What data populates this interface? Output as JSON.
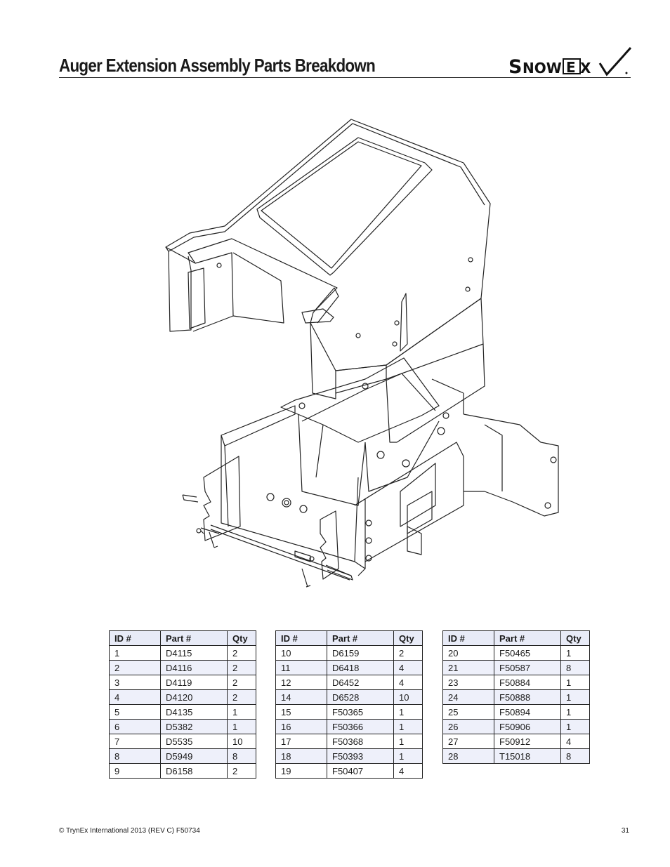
{
  "header": {
    "title": "Auger Extension Assembly Parts Breakdown",
    "logo_text": "SnowEx"
  },
  "parts_tables": [
    {
      "columns": [
        "ID #",
        "Part #",
        "Qty"
      ],
      "rows": [
        {
          "id": "1",
          "part": "D4115",
          "qty": "2"
        },
        {
          "id": "2",
          "part": "D4116",
          "qty": "2"
        },
        {
          "id": "3",
          "part": "D4119",
          "qty": "2"
        },
        {
          "id": "4",
          "part": "D4120",
          "qty": "2"
        },
        {
          "id": "5",
          "part": "D4135",
          "qty": "1"
        },
        {
          "id": "6",
          "part": "D5382",
          "qty": "1"
        },
        {
          "id": "7",
          "part": "D5535",
          "qty": "10"
        },
        {
          "id": "8",
          "part": "D5949",
          "qty": "8"
        },
        {
          "id": "9",
          "part": "D6158",
          "qty": "2"
        }
      ]
    },
    {
      "columns": [
        "ID #",
        "Part #",
        "Qty"
      ],
      "rows": [
        {
          "id": "10",
          "part": "D6159",
          "qty": "2"
        },
        {
          "id": "11",
          "part": "D6418",
          "qty": "4"
        },
        {
          "id": "12",
          "part": "D6452",
          "qty": "4"
        },
        {
          "id": "14",
          "part": "D6528",
          "qty": "10"
        },
        {
          "id": "15",
          "part": "F50365",
          "qty": "1"
        },
        {
          "id": "16",
          "part": "F50366",
          "qty": "1"
        },
        {
          "id": "17",
          "part": "F50368",
          "qty": "1"
        },
        {
          "id": "18",
          "part": "F50393",
          "qty": "1"
        },
        {
          "id": "19",
          "part": "F50407",
          "qty": "4"
        }
      ]
    },
    {
      "columns": [
        "ID #",
        "Part #",
        "Qty"
      ],
      "rows": [
        {
          "id": "20",
          "part": "F50465",
          "qty": "1"
        },
        {
          "id": "21",
          "part": "F50587",
          "qty": "8"
        },
        {
          "id": "23",
          "part": "F50884",
          "qty": "1"
        },
        {
          "id": "24",
          "part": "F50888",
          "qty": "1"
        },
        {
          "id": "25",
          "part": "F50894",
          "qty": "1"
        },
        {
          "id": "26",
          "part": "F50906",
          "qty": "1"
        },
        {
          "id": "27",
          "part": "F50912",
          "qty": "4"
        },
        {
          "id": "28",
          "part": "T15018",
          "qty": "8"
        }
      ]
    }
  ],
  "footer": {
    "copyright": "© TrynEx International 2013 (REV C) F50734",
    "page_number": "31"
  }
}
